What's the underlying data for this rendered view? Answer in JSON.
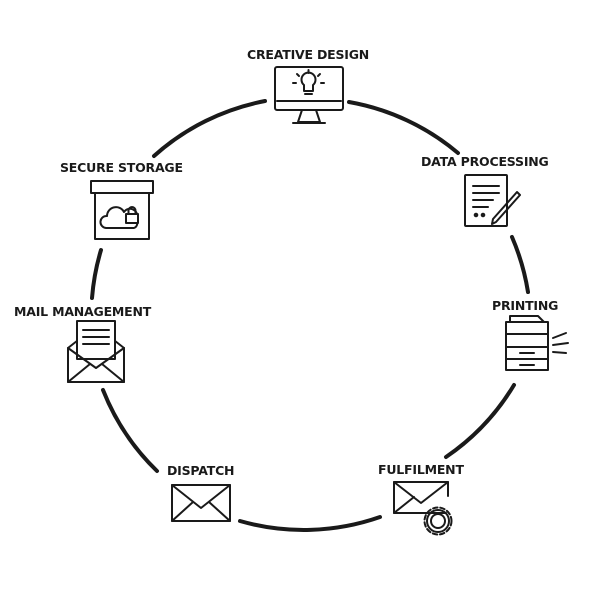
{
  "diagram": {
    "type": "cycle",
    "stroke_color": "#1a1a1a",
    "background": "#ffffff",
    "steps": [
      {
        "label": "CREATIVE DESIGN",
        "icon": "monitor-lightbulb-icon"
      },
      {
        "label": "DATA PROCESSING",
        "icon": "document-pen-icon"
      },
      {
        "label": "PRINTING",
        "icon": "printer-icon"
      },
      {
        "label": "FULFILMENT",
        "icon": "envelope-gear-icon"
      },
      {
        "label": "DISPATCH",
        "icon": "envelope-icon"
      },
      {
        "label": "MAIL MANAGEMENT",
        "icon": "open-envelope-letter-icon"
      },
      {
        "label": "SECURE STORAGE",
        "icon": "cloud-lock-box-icon"
      }
    ]
  }
}
